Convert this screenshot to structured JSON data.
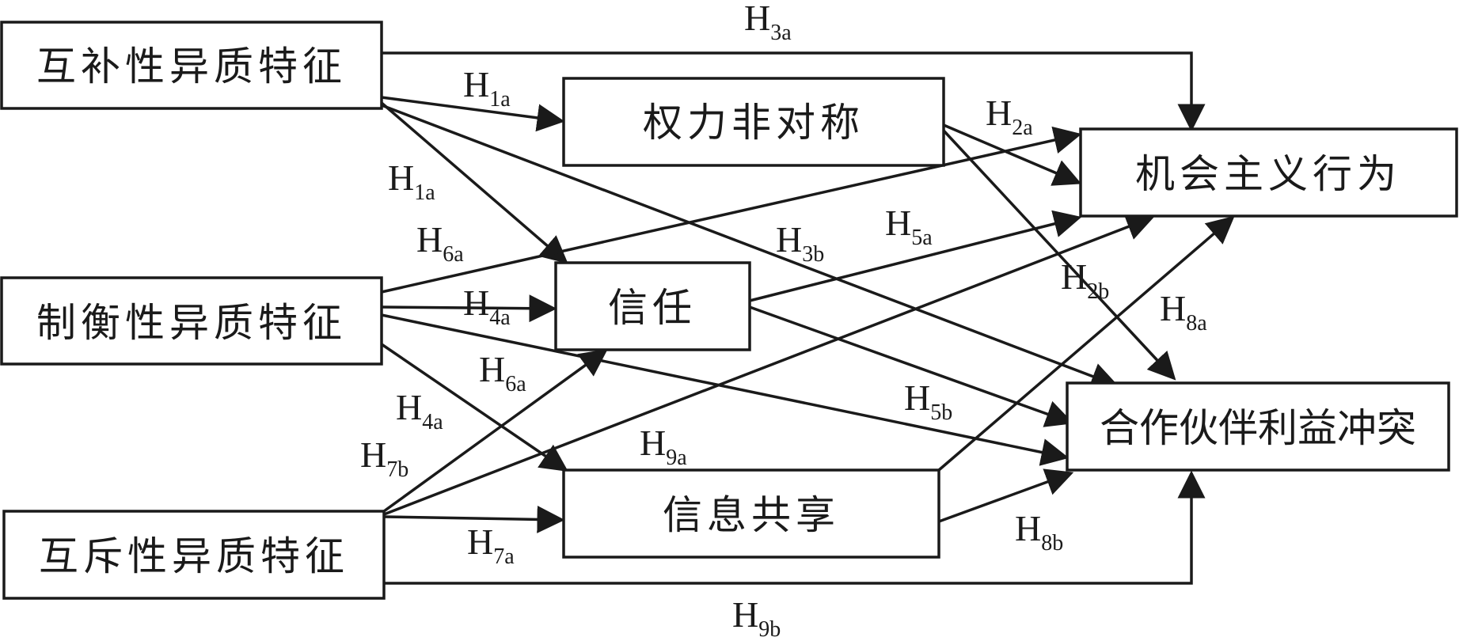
{
  "nodes": {
    "complementary": "互补性异质特征",
    "power": "权力非对称",
    "opportunism": "机会主义行为",
    "balancing": "制衡性异质特征",
    "trust": "信任",
    "conflict": "合作伙伴利益冲突",
    "exclusive": "互斥性异质特征",
    "info_sharing": "信息共享"
  },
  "edges": [
    {
      "from": "complementary",
      "to": "opportunism",
      "label": "H",
      "sub": "3a"
    },
    {
      "from": "complementary",
      "to": "power",
      "label": "H",
      "sub": "1a"
    },
    {
      "from": "complementary",
      "to": "trust",
      "label": "H",
      "sub": "1a"
    },
    {
      "from": "complementary",
      "to": "conflict",
      "label": "H",
      "sub": "3b"
    },
    {
      "from": "power",
      "to": "opportunism",
      "label": "H",
      "sub": "2a"
    },
    {
      "from": "power",
      "to": "conflict",
      "label": "H",
      "sub": "2b"
    },
    {
      "from": "balancing",
      "to": "opportunism",
      "label": "H",
      "sub": "6a"
    },
    {
      "from": "balancing",
      "to": "trust",
      "label": "H",
      "sub": "4a"
    },
    {
      "from": "balancing",
      "to": "info_sharing",
      "label": "H",
      "sub": "4a"
    },
    {
      "from": "balancing",
      "to": "conflict",
      "label": "H",
      "sub": "6a"
    },
    {
      "from": "trust",
      "to": "opportunism",
      "label": "H",
      "sub": "5a"
    },
    {
      "from": "trust",
      "to": "conflict",
      "label": "H",
      "sub": "5b"
    },
    {
      "from": "exclusive",
      "to": "trust",
      "label": "H",
      "sub": "7b"
    },
    {
      "from": "exclusive",
      "to": "opportunism",
      "label": "H",
      "sub": "9a"
    },
    {
      "from": "exclusive",
      "to": "info_sharing",
      "label": "H",
      "sub": "7a"
    },
    {
      "from": "exclusive",
      "to": "conflict",
      "label": "H",
      "sub": "9b"
    },
    {
      "from": "info_sharing",
      "to": "opportunism",
      "label": "H",
      "sub": "8a"
    },
    {
      "from": "info_sharing",
      "to": "conflict",
      "label": "H",
      "sub": "8b"
    }
  ]
}
